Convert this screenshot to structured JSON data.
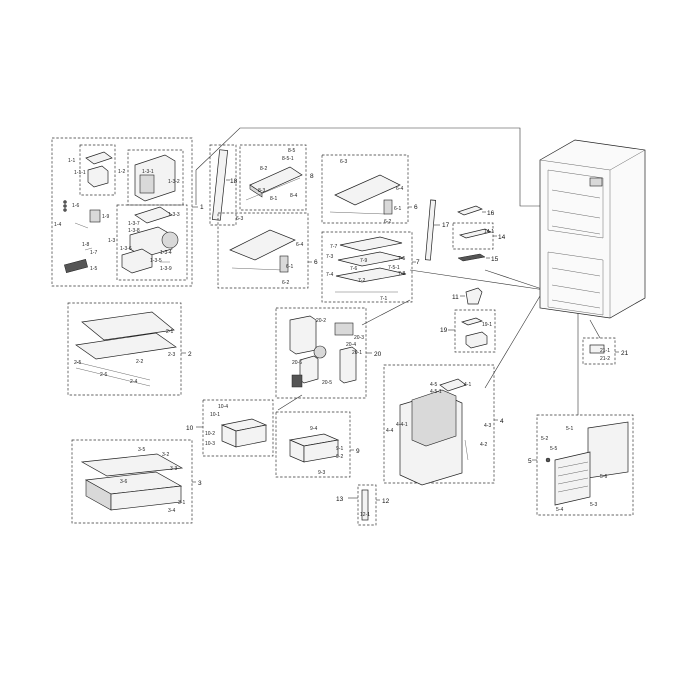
{
  "groups": {
    "g1": {
      "num": "1",
      "labels": [
        "1-1",
        "1-1-1",
        "1-2",
        "1-3-1",
        "1-3-2",
        "1-3-3",
        "1-3-4",
        "1-3-5",
        "1-3-6",
        "1-3-7",
        "1-3-8",
        "1-3-9",
        "1-4",
        "1-5",
        "1-6",
        "1-7",
        "1-8",
        "1-9",
        "1-3"
      ]
    },
    "g2": {
      "num": "2",
      "labels": [
        "2-1",
        "2-2",
        "2-3",
        "2-4",
        "2-5",
        "2-6"
      ]
    },
    "g3": {
      "num": "3",
      "labels": [
        "3-1",
        "3-2",
        "3-3",
        "3-4",
        "3-5",
        "3-6"
      ]
    },
    "g4": {
      "num": "4",
      "labels": [
        "4-1",
        "4-2",
        "4-3",
        "4-4",
        "4-4-1",
        "4-5",
        "4-5-1"
      ]
    },
    "g5": {
      "num": "5",
      "labels": [
        "5-1",
        "5-2",
        "5-3",
        "5-4",
        "5-5",
        "5-6"
      ]
    },
    "g6a": {
      "num": "6",
      "labels": [
        "6-1",
        "6-2",
        "6-3",
        "6-4"
      ]
    },
    "g6b": {
      "num": "6",
      "labels": [
        "6-1",
        "6-2",
        "6-3",
        "6-4"
      ]
    },
    "g7": {
      "num": "7",
      "labels": [
        "7-1",
        "7-2",
        "7-3",
        "7-4",
        "7-5",
        "7-6",
        "7-7",
        "7-8",
        "7-9",
        "7-5-1"
      ]
    },
    "g8": {
      "num": "8",
      "labels": [
        "8-1",
        "8-2",
        "8-3",
        "8-4",
        "8-5",
        "8-5-1"
      ]
    },
    "g9": {
      "num": "9",
      "labels": [
        "9-1",
        "9-2",
        "9-3",
        "9-4"
      ]
    },
    "g10": {
      "num": "10",
      "labels": [
        "10-1",
        "10-2",
        "10-3",
        "10-4"
      ]
    },
    "g11": {
      "num": "11"
    },
    "g12": {
      "num": "12",
      "labels": [
        "12-1"
      ]
    },
    "g13": {
      "num": "13"
    },
    "g14": {
      "num": "14",
      "labels": [
        "14-1"
      ]
    },
    "g15": {
      "num": "15"
    },
    "g16": {
      "num": "16"
    },
    "g17": {
      "num": "17"
    },
    "g18": {
      "num": "18"
    },
    "g19": {
      "num": "19",
      "labels": [
        "19-1"
      ]
    },
    "g20": {
      "num": "20",
      "labels": [
        "20-1",
        "20-2",
        "20-3",
        "20-4",
        "20-5",
        "20-6"
      ]
    },
    "g21": {
      "num": "21",
      "labels": [
        "21-1",
        "21-2"
      ]
    }
  }
}
